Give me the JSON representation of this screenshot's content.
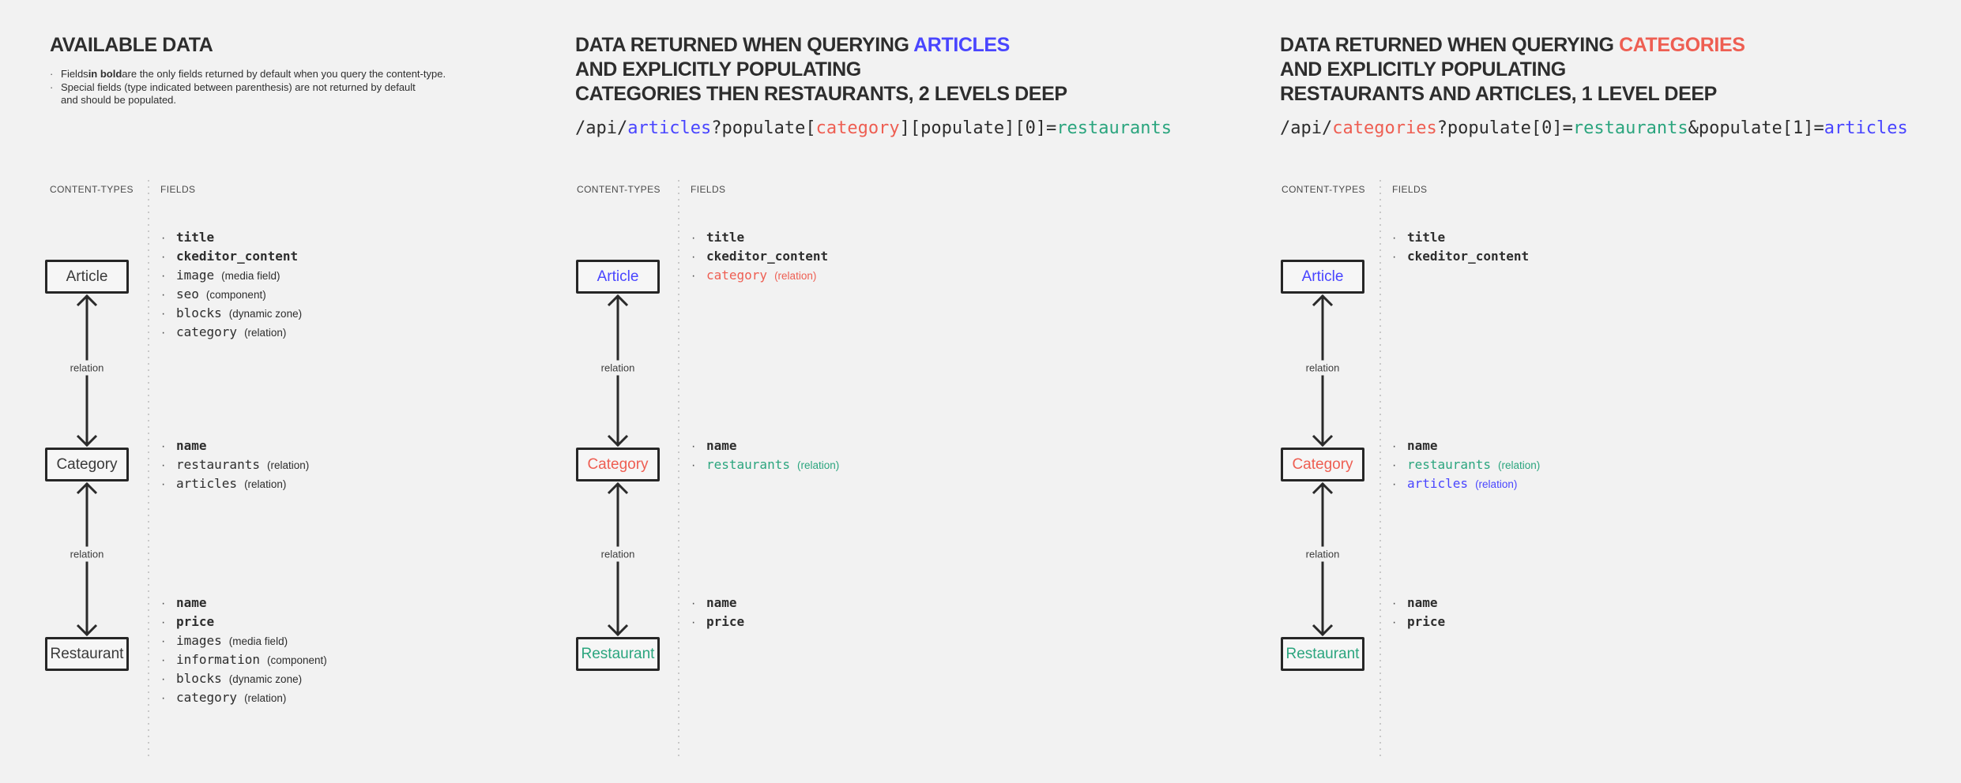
{
  "page": {
    "background": "#f2f2f2"
  },
  "colors": {
    "dark": "#2d2d2d",
    "heading": "#1f1f1f",
    "blue": "#4945ff",
    "red": "#ee5e52",
    "teal": "#2ba57e"
  },
  "columns": [
    {
      "name": "available-data",
      "title_lines": [
        [
          {
            "text": "AVAILABLE DATA",
            "color": "dark"
          }
        ]
      ],
      "notes": [
        {
          "bullet": true,
          "segments": [
            {
              "text": "Fields ",
              "bold": false
            },
            {
              "text": "in bold",
              "bold": true
            },
            {
              "text": " are the only fields returned by default when you query the content-type.",
              "bold": false
            }
          ]
        },
        {
          "bullet": true,
          "segments": [
            {
              "text": "Special fields (type indicated between parenthesis) are not returned by default",
              "bold": false
            }
          ]
        },
        {
          "bullet": false,
          "segments": [
            {
              "text": "and should be populated.",
              "bold": false
            }
          ]
        }
      ],
      "headers": {
        "left": "CONTENT-TYPES",
        "right": "FIELDS"
      },
      "relation_label": "relation",
      "content_types": [
        {
          "label": "Article",
          "color": "dark",
          "fields": [
            {
              "name": "title",
              "bold": true,
              "color": "dark"
            },
            {
              "name": "ckeditor_content",
              "bold": true,
              "color": "dark"
            },
            {
              "name": "image",
              "type": "(media field)",
              "color": "dark"
            },
            {
              "name": "seo",
              "type": "(component)",
              "color": "dark"
            },
            {
              "name": "blocks",
              "type": "(dynamic zone)",
              "color": "dark"
            },
            {
              "name": "category",
              "type": "(relation)",
              "color": "dark"
            }
          ]
        },
        {
          "label": "Category",
          "color": "dark",
          "fields": [
            {
              "name": "name",
              "bold": true,
              "color": "dark"
            },
            {
              "name": "restaurants",
              "type": "(relation)",
              "color": "dark"
            },
            {
              "name": "articles",
              "type": "(relation)",
              "color": "dark"
            }
          ]
        },
        {
          "label": "Restaurant",
          "color": "dark",
          "fields": [
            {
              "name": "name",
              "bold": true,
              "color": "dark"
            },
            {
              "name": "price",
              "bold": true,
              "color": "dark"
            },
            {
              "name": "images",
              "type": "(media field)",
              "color": "dark"
            },
            {
              "name": "information",
              "type": "(component)",
              "color": "dark"
            },
            {
              "name": "blocks",
              "type": "(dynamic zone)",
              "color": "dark"
            },
            {
              "name": "category",
              "type": "(relation)",
              "color": "dark"
            }
          ]
        }
      ]
    },
    {
      "name": "query-articles",
      "title_lines": [
        [
          {
            "text": "DATA RETURNED WHEN QUERYING ",
            "color": "dark"
          },
          {
            "text": "ARTICLES",
            "color": "blue"
          }
        ],
        [
          {
            "text": "AND EXPLICITLY POPULATING",
            "color": "dark"
          }
        ],
        [
          {
            "text": "CATEGORIES THEN RESTAURANTS, 2 LEVELS DEEP",
            "color": "dark"
          }
        ]
      ],
      "url_segments": [
        {
          "text": "/api/",
          "color": "dark"
        },
        {
          "text": "articles",
          "color": "blue"
        },
        {
          "text": "?populate[",
          "color": "dark"
        },
        {
          "text": "category",
          "color": "red"
        },
        {
          "text": "][populate][0]=",
          "color": "dark"
        },
        {
          "text": "restaurants",
          "color": "teal"
        }
      ],
      "headers": {
        "left": "CONTENT-TYPES",
        "right": "FIELDS"
      },
      "relation_label": "relation",
      "content_types": [
        {
          "label": "Article",
          "color": "blue",
          "fields": [
            {
              "name": "title",
              "bold": true,
              "color": "dark"
            },
            {
              "name": "ckeditor_content",
              "bold": true,
              "color": "dark"
            },
            {
              "name": "category",
              "type": "(relation)",
              "color": "red"
            }
          ]
        },
        {
          "label": "Category",
          "color": "red",
          "fields": [
            {
              "name": "name",
              "bold": true,
              "color": "dark"
            },
            {
              "name": "restaurants",
              "type": "(relation)",
              "color": "teal"
            }
          ]
        },
        {
          "label": "Restaurant",
          "color": "teal",
          "fields": [
            {
              "name": "name",
              "bold": true,
              "color": "dark"
            },
            {
              "name": "price",
              "bold": true,
              "color": "dark"
            }
          ]
        }
      ]
    },
    {
      "name": "query-categories",
      "title_lines": [
        [
          {
            "text": "DATA RETURNED WHEN QUERYING ",
            "color": "dark"
          },
          {
            "text": "CATEGORIES",
            "color": "red"
          }
        ],
        [
          {
            "text": "AND EXPLICITLY POPULATING",
            "color": "dark"
          }
        ],
        [
          {
            "text": "RESTAURANTS AND ARTICLES, 1 LEVEL DEEP",
            "color": "dark"
          }
        ]
      ],
      "url_segments": [
        {
          "text": "/api/",
          "color": "dark"
        },
        {
          "text": "categories",
          "color": "red"
        },
        {
          "text": "?populate[0]=",
          "color": "dark"
        },
        {
          "text": "restaurants",
          "color": "teal"
        },
        {
          "text": "&populate[1]=",
          "color": "dark"
        },
        {
          "text": "articles",
          "color": "blue"
        }
      ],
      "headers": {
        "left": "CONTENT-TYPES",
        "right": "FIELDS"
      },
      "relation_label": "relation",
      "content_types": [
        {
          "label": "Article",
          "color": "blue",
          "fields": [
            {
              "name": "title",
              "bold": true,
              "color": "dark"
            },
            {
              "name": "ckeditor_content",
              "bold": true,
              "color": "dark"
            }
          ]
        },
        {
          "label": "Category",
          "color": "red",
          "fields": [
            {
              "name": "name",
              "bold": true,
              "color": "dark"
            },
            {
              "name": "restaurants",
              "type": "(relation)",
              "color": "teal"
            },
            {
              "name": "articles",
              "type": "(relation)",
              "color": "blue"
            }
          ]
        },
        {
          "label": "Restaurant",
          "color": "teal",
          "fields": [
            {
              "name": "name",
              "bold": true,
              "color": "dark"
            },
            {
              "name": "price",
              "bold": true,
              "color": "dark"
            }
          ]
        }
      ]
    }
  ]
}
